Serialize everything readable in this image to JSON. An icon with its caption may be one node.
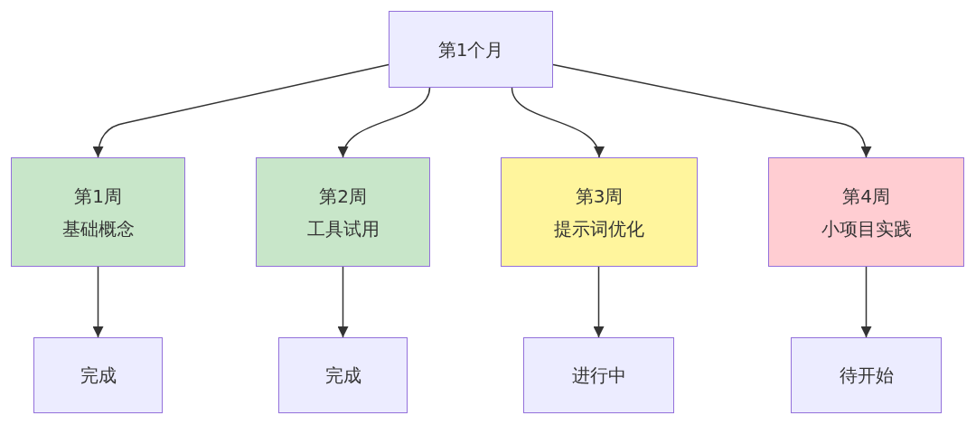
{
  "diagram": {
    "nodes": [
      {
        "text": [
          "第1个月"
        ]
      },
      {
        "text": [
          "第1周",
          "基础概念"
        ]
      },
      {
        "text": [
          "第2周",
          "工具试用"
        ]
      },
      {
        "text": [
          "第3周",
          "提示词优化"
        ]
      },
      {
        "text": [
          "第4周",
          "小项目实践"
        ]
      },
      {
        "text": [
          "完成"
        ]
      },
      {
        "text": [
          "完成"
        ]
      },
      {
        "text": [
          "进行中"
        ]
      },
      {
        "text": [
          "待开始"
        ]
      }
    ],
    "edges": [
      {
        "from": 0,
        "to": 1,
        "arrow": "to"
      },
      {
        "from": 0,
        "to": 2,
        "arrow": "to"
      },
      {
        "from": 0,
        "to": 3,
        "arrow": "to"
      },
      {
        "from": 0,
        "to": 4,
        "arrow": "to"
      },
      {
        "from": 1,
        "to": 5,
        "arrow": "to"
      },
      {
        "from": 2,
        "to": 6,
        "arrow": "to"
      },
      {
        "from": 3,
        "to": 7,
        "arrow": "to"
      },
      {
        "from": 4,
        "to": 8,
        "arrow": "to"
      }
    ]
  }
}
